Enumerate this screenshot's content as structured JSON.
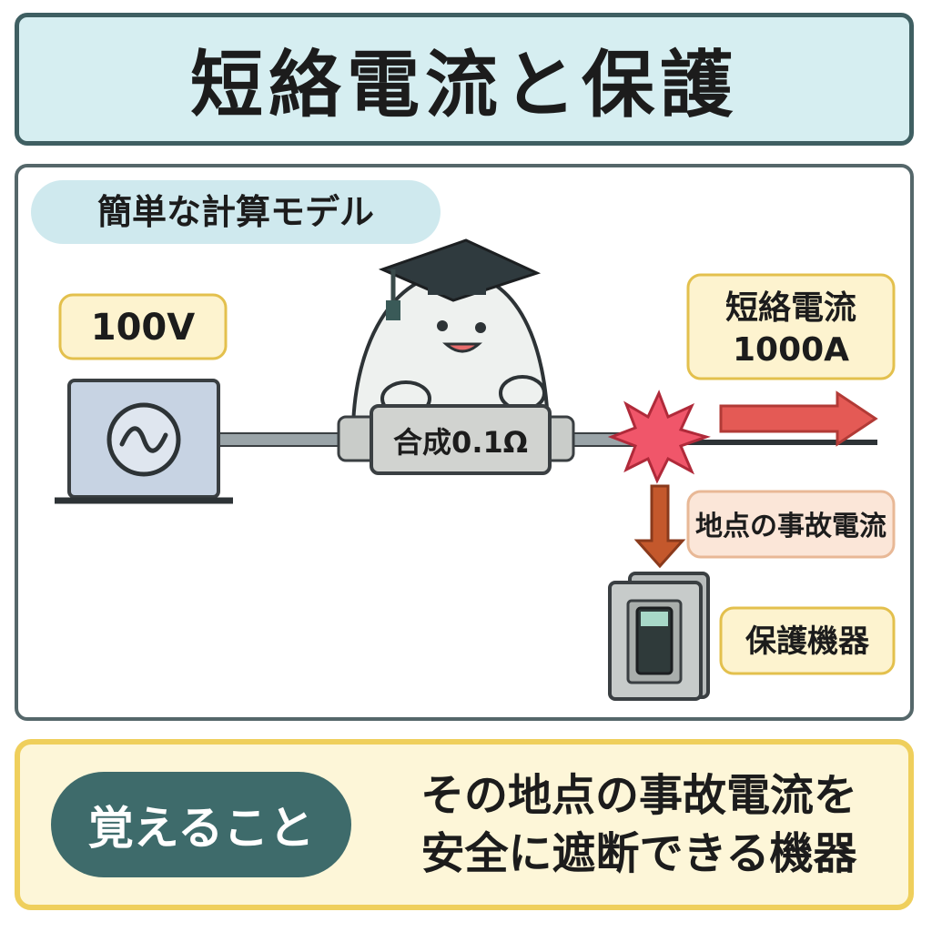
{
  "title": "短絡電流と保護",
  "model_label": "簡単な計算モデル",
  "source_voltage": "100V",
  "impedance_label": "合成0.1Ω",
  "short_circuit": {
    "line1": "短絡電流",
    "line2": "1000A"
  },
  "fault_current_label": "地点の事故電流",
  "protection_label": "保護機器",
  "footer": {
    "pill": "覚えること",
    "line1": "その地点の事故電流を",
    "line2": "安全に遮断できる機器"
  },
  "colors": {
    "title_bg": "#d6eef1",
    "label_bg": "#fdf3cf",
    "label_border": "#e3c04d",
    "arrow_red": "#e45a55",
    "arrow_brown": "#c4582c",
    "spark": "#f0566a",
    "footer_pill": "#3e6b6b"
  },
  "icons": [
    "ac-source-icon",
    "mascot-graduate-icon",
    "spark-icon",
    "arrow-right-icon",
    "arrow-down-icon",
    "breaker-icon"
  ]
}
